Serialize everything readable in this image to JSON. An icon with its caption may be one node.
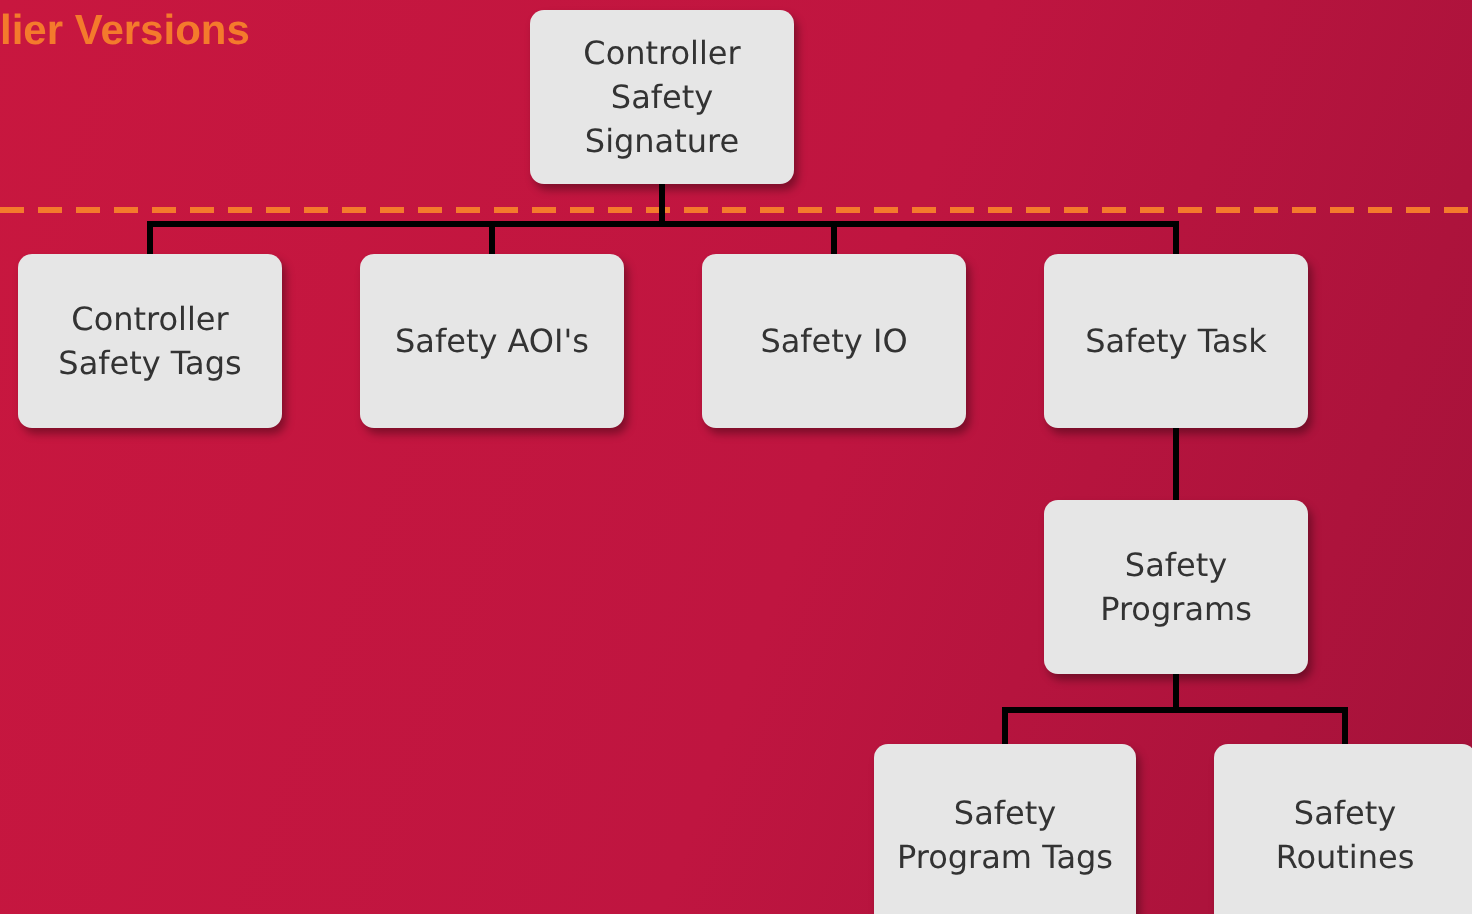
{
  "diagram": {
    "title": "lier Versions",
    "nodes": [
      {
        "text": [
          "Controller Safety Signature"
        ]
      },
      {
        "text": [
          "Controller Safety Tags"
        ]
      },
      {
        "text": [
          "Safety AOI's"
        ]
      },
      {
        "text": [
          "Safety IO"
        ]
      },
      {
        "text": [
          "Safety Task"
        ]
      },
      {
        "text": [
          "Safety Programs"
        ]
      },
      {
        "text": [
          "Safety Program Tags"
        ]
      },
      {
        "text": [
          "Safety Routines"
        ]
      }
    ],
    "edges": [
      {
        "from": 0,
        "to": 1,
        "arrow": "none"
      },
      {
        "from": 0,
        "to": 2,
        "arrow": "none"
      },
      {
        "from": 0,
        "to": 3,
        "arrow": "none"
      },
      {
        "from": 0,
        "to": 4,
        "arrow": "none"
      },
      {
        "from": 4,
        "to": 5,
        "arrow": "none"
      },
      {
        "from": 5,
        "to": 6,
        "arrow": "none"
      },
      {
        "from": 5,
        "to": 7,
        "arrow": "none"
      }
    ]
  }
}
